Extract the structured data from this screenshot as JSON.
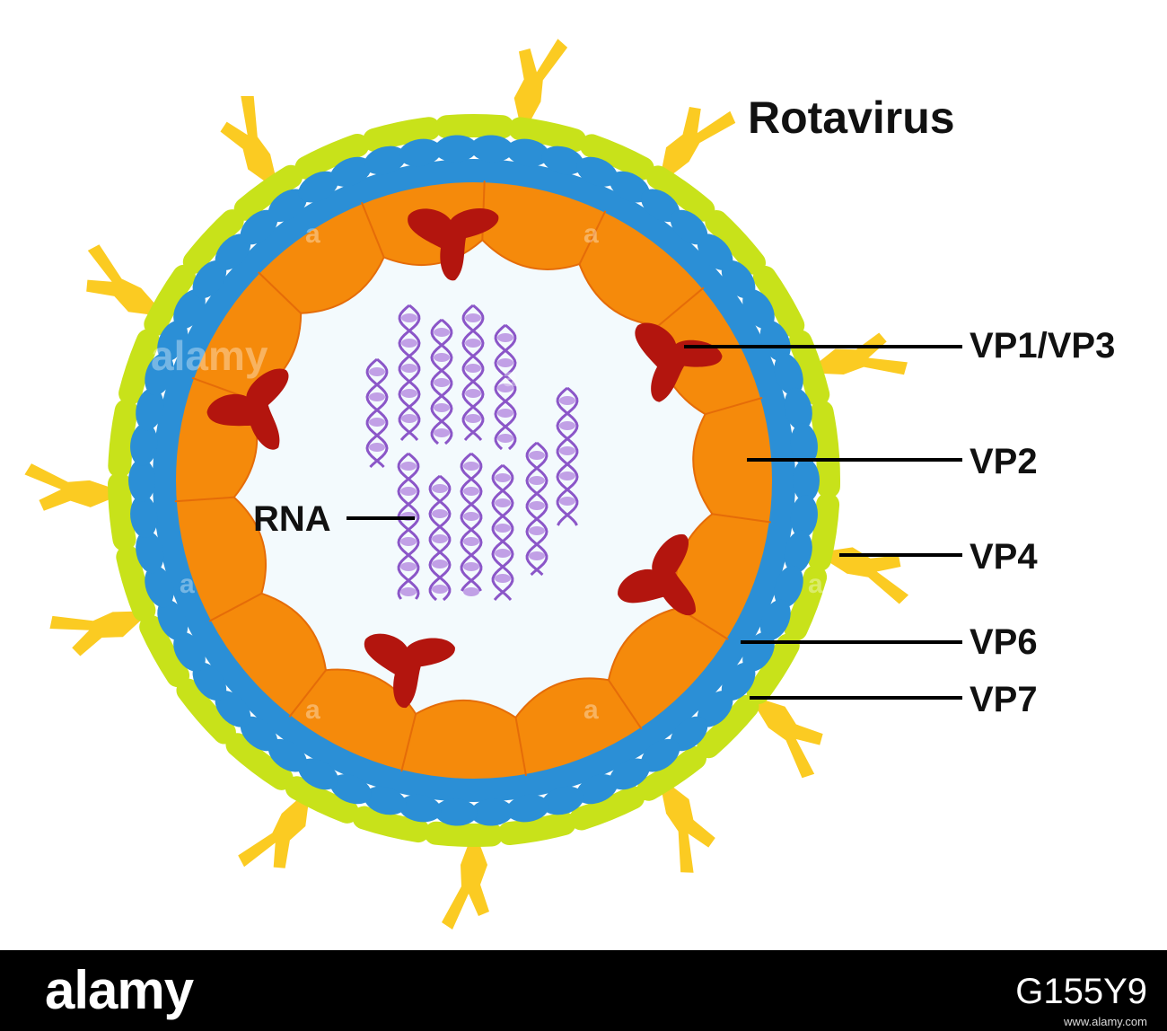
{
  "title": "Rotavirus",
  "labels": {
    "rna": "RNA",
    "vp1vp3": "VP1/VP3",
    "vp2": "VP2",
    "vp4": "VP4",
    "vp6": "VP6",
    "vp7": "VP7"
  },
  "watermark": {
    "left": "alamy",
    "middle": "a"
  },
  "footer": {
    "brand": "alamy",
    "image_code": "G155Y9",
    "url": "www.alamy.com"
  },
  "colors": {
    "vp7_layer": "#c8e21a",
    "vp6_layer": "#2b8fd6",
    "vp2_layer": "#f58a0b",
    "vp2_edge": "#e56c08",
    "vp4_spike": "#fbcb22",
    "vp1vp3_complex": "#b3150e",
    "core": "#f3fafd",
    "rna": "#8b56c8",
    "footer_bg": "#000000"
  }
}
